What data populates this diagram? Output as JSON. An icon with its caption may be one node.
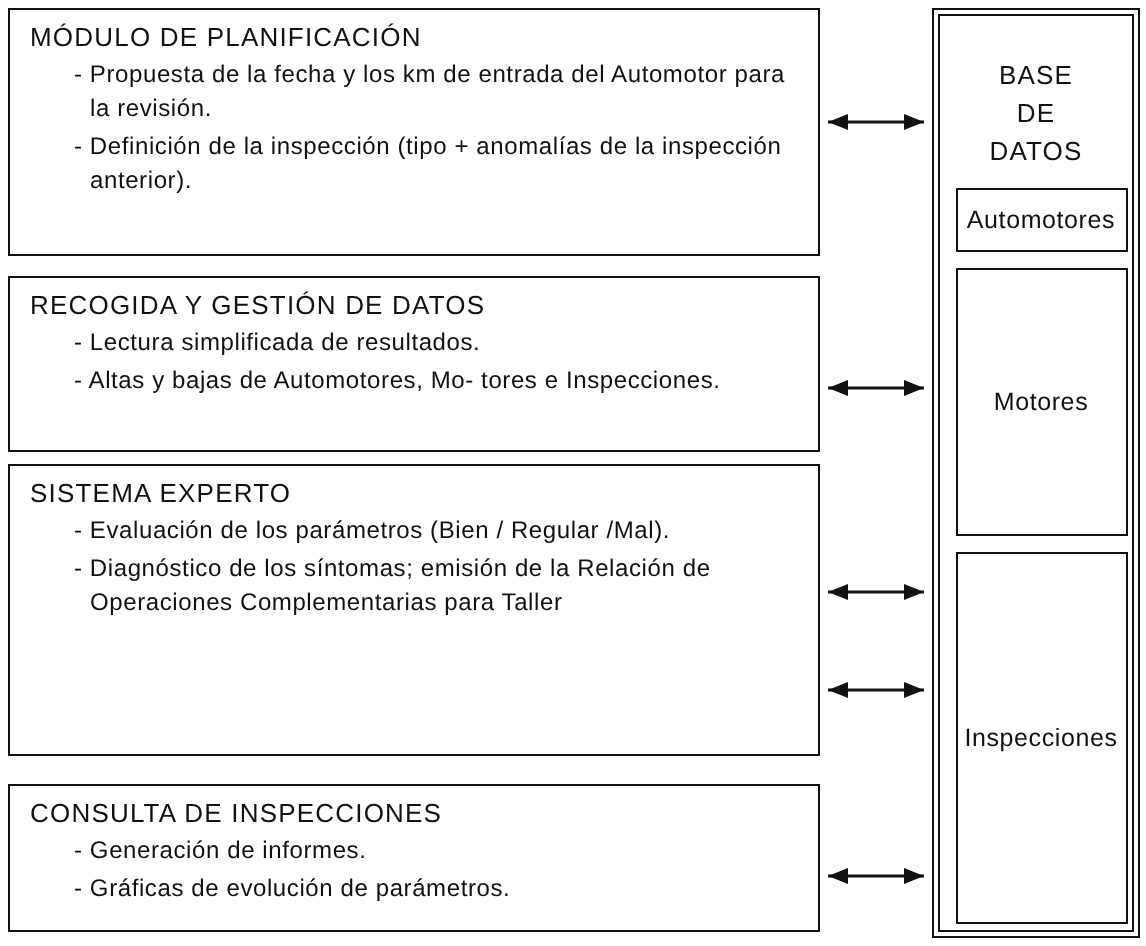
{
  "diagram": {
    "nodes": [
      {
        "text": [
          "MÓDULO DE PLANIFICACIÓN",
          "- Propuesta de la fecha y los km de entrada del Automotor para la revisión.",
          "- Definición de la inspección (tipo + anomalías de la inspección anterior)."
        ]
      },
      {
        "text": [
          "RECOGIDA Y GESTIÓN DE DATOS",
          "- Lectura simplificada de resultados.",
          "- Altas y bajas de Automotores, Mo- tores e Inspecciones."
        ]
      },
      {
        "text": [
          "SISTEMA EXPERTO",
          "- Evaluación de los parámetros (Bien / Regular /Mal).",
          "- Diagnóstico de los síntomas; emisión de la Relación de Operaciones Complementarias para Taller"
        ]
      },
      {
        "text": [
          "CONSULTA DE INSPECCIONES",
          "- Generación de informes.",
          "- Gráficas de evolución de parámetros."
        ]
      },
      {
        "text": [
          "BASE DE DATOS"
        ]
      },
      {
        "text": [
          "Automotores"
        ],
        "in": 4
      },
      {
        "text": [
          "Motores"
        ],
        "in": 4
      },
      {
        "text": [
          "Inspecciones"
        ],
        "in": 4
      }
    ],
    "edges": [
      {
        "from": 0,
        "to": 4,
        "arrow": "both"
      },
      {
        "from": 1,
        "to": 4,
        "arrow": "both"
      },
      {
        "from": 2,
        "to": 4,
        "arrow": "both"
      },
      {
        "from": 2,
        "to": 4,
        "arrow": "both"
      },
      {
        "from": 3,
        "to": 4,
        "arrow": "both"
      }
    ]
  }
}
